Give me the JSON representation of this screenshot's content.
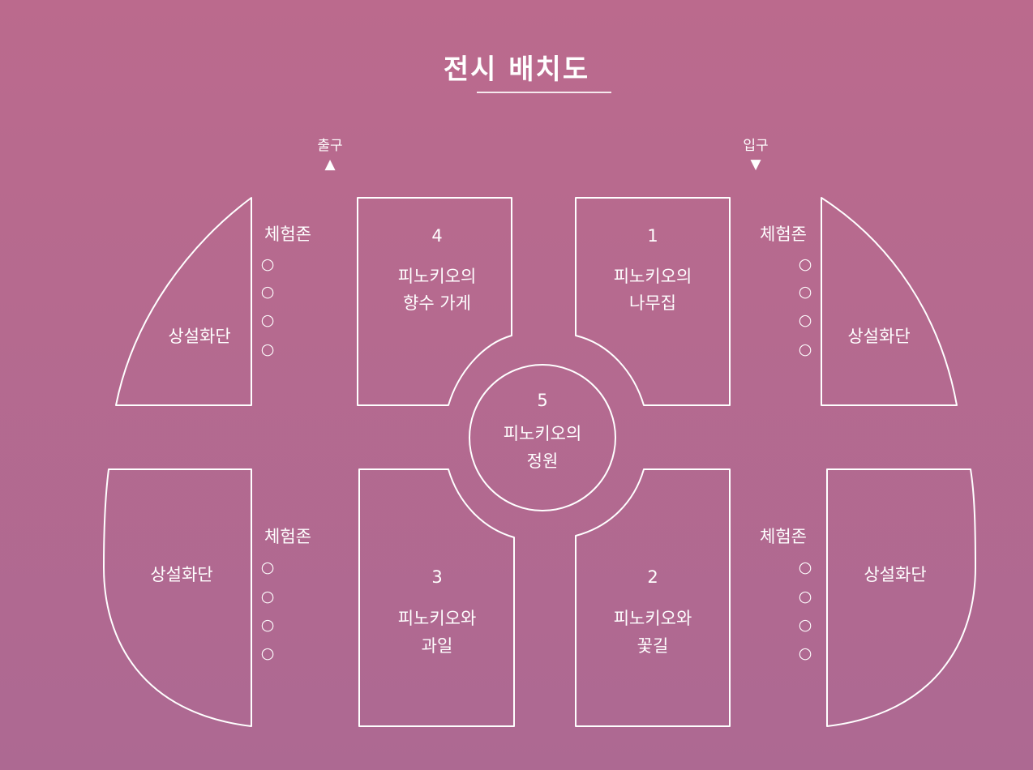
{
  "title": "전시 배치도",
  "colors": {
    "background_top": "#bb6a8d",
    "background_bottom": "#ad6992",
    "line": "#ffffff"
  },
  "exit": {
    "label": "출구",
    "arrow": "▲"
  },
  "entrance": {
    "label": "입구",
    "arrow": "▼"
  },
  "booths": [
    {
      "number": "1",
      "line1": "피노키오의",
      "line2": "나무집"
    },
    {
      "number": "2",
      "line1": "피노키오와",
      "line2": "꽃길"
    },
    {
      "number": "3",
      "line1": "피노키오와",
      "line2": "과일"
    },
    {
      "number": "4",
      "line1": "피노키오의",
      "line2": "향수 가게"
    },
    {
      "number": "5",
      "line1": "피노키오의",
      "line2": "정원"
    }
  ],
  "gardens": [
    {
      "label": "상설화단"
    },
    {
      "label": "상설화단"
    },
    {
      "label": "상설화단"
    },
    {
      "label": "상설화단"
    }
  ],
  "zones": [
    {
      "label": "체험존",
      "markers": [
        "○",
        "○",
        "○",
        "○"
      ]
    },
    {
      "label": "체험존",
      "markers": [
        "○",
        "○",
        "○",
        "○"
      ]
    },
    {
      "label": "체험존",
      "markers": [
        "○",
        "○",
        "○",
        "○"
      ]
    },
    {
      "label": "체험존",
      "markers": [
        "○",
        "○",
        "○",
        "○"
      ]
    }
  ]
}
